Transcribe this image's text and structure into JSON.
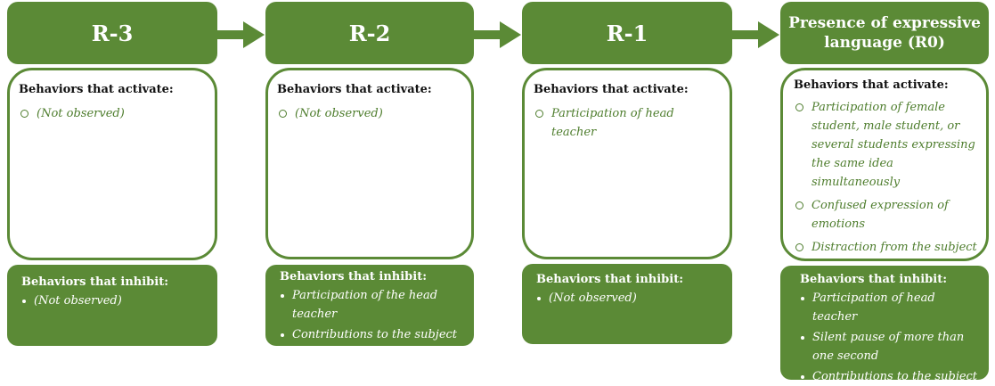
{
  "colors": {
    "green": "#5b8a36",
    "text_green": "#4e7d2d",
    "white": "#ffffff"
  },
  "columns": [
    {
      "header": "R-3",
      "activate_title": "Behaviors that activate:",
      "activate_items": [
        "(Not observed)"
      ],
      "inhibit_title": "Behaviors that inhibit:",
      "inhibit_items": [
        "(Not observed)"
      ]
    },
    {
      "header": "R-2",
      "activate_title": "Behaviors that activate:",
      "activate_items": [
        "(Not observed)"
      ],
      "inhibit_title": "Behaviors that inhibit:",
      "inhibit_items": [
        "Participation of the head teacher",
        "Contributions to the subject"
      ]
    },
    {
      "header": "R-1",
      "activate_title": "Behaviors that activate:",
      "activate_items": [
        "Participation of head teacher"
      ],
      "inhibit_title": "Behaviors that inhibit:",
      "inhibit_items": [
        "(Not observed)"
      ]
    },
    {
      "header": "Presence of expressive language (R0)",
      "activate_title": "Behaviors that activate:",
      "activate_items": [
        "Participation of female student, male student, or several students expressing the same idea simultaneously",
        "Confused expression of emotions",
        "Distraction from the subject"
      ],
      "inhibit_title": "Behaviors that inhibit:",
      "inhibit_items": [
        "Participation of head teacher",
        "Silent pause of more than one second",
        "Contributions to the subject"
      ]
    }
  ]
}
